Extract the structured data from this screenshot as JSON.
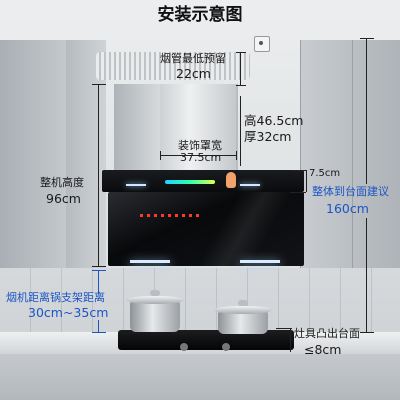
{
  "title": "安装示意图",
  "labels": {
    "pipe_reserve_top": "烟管最低预留",
    "pipe_reserve_value": "22cm",
    "height_label": "高46.5cm",
    "thickness_label": "厚32cm",
    "cover_width_label": "装饰罩宽",
    "cover_width_value": "37.5cm",
    "hood_depth_value": "7.5cm",
    "machine_height_label": "整机高度",
    "machine_height_value": "96cm",
    "counter_suggest_label": "整体到台面建议",
    "counter_suggest_value": "160cm",
    "pot_distance_label": "烟机距离锅支架距离",
    "pot_distance_value": "30cm~35cm",
    "stove_protrude_label": "灶具凸出台面",
    "stove_protrude_value": "≤8cm"
  },
  "colors": {
    "wall": "#dfe2e4",
    "cabinet": "#b8bdc2",
    "steel": "#c9ced2",
    "glass": "#0c0d10",
    "blue_label": "#1d55c4",
    "counter": "#e6e8ea"
  }
}
